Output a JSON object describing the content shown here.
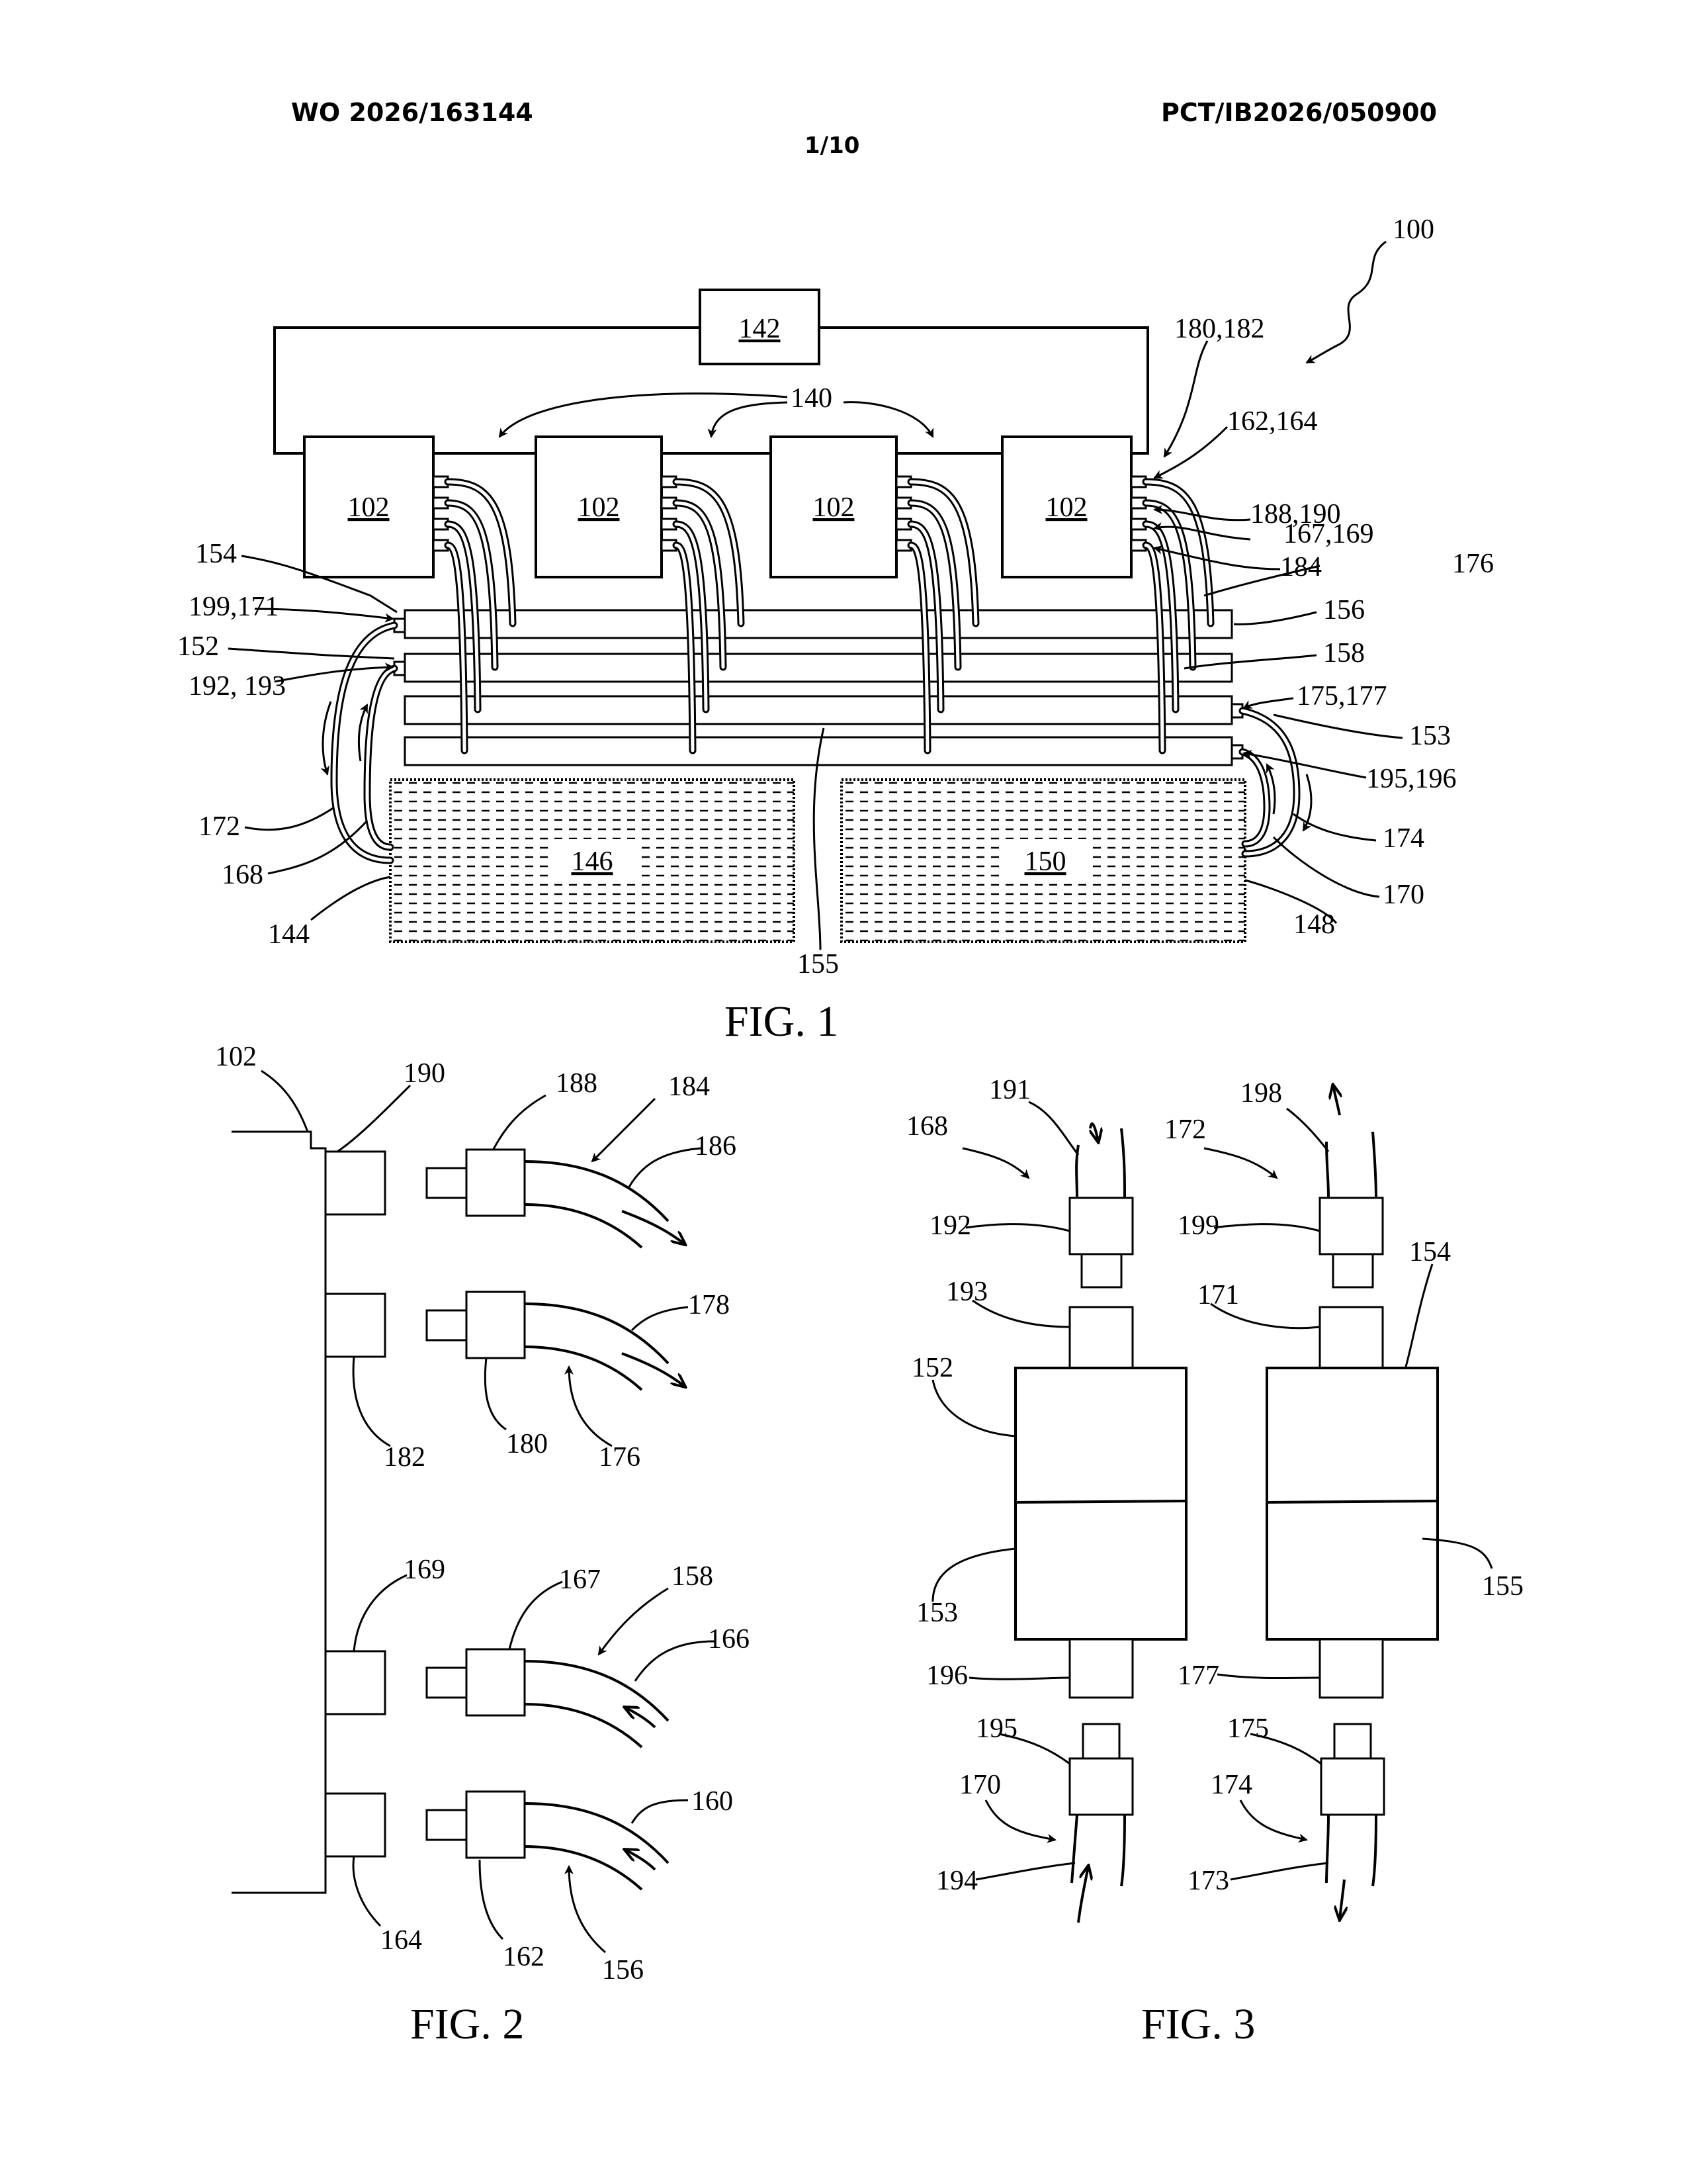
{
  "header": {
    "pub_number": "WO 2026/163144",
    "app_number": "PCT/IB2026/050900",
    "sheet": "1/10"
  },
  "fig1": {
    "caption": "FIG. 1",
    "system": "100",
    "controller": "142",
    "link": "140",
    "module": "102",
    "tank_left": "146",
    "tank_right": "150",
    "refs": {
      "r180_182": "180,182",
      "r162_164": "162,164",
      "r188_190": "188,190",
      "r167_169": "167,169",
      "r184": "184",
      "r176": "176",
      "r156": "156",
      "r158": "158",
      "r175_177": "175,177",
      "r153": "153",
      "r195_196": "195,196",
      "r174": "174",
      "r170": "170",
      "r148": "148",
      "r155": "155",
      "r154": "154",
      "r199_171": "199,171",
      "r152": "152",
      "r192_193": "192, 193",
      "r172": "172",
      "r168": "168",
      "r144": "144"
    }
  },
  "fig2": {
    "caption": "FIG. 2",
    "refs": {
      "r102": "102",
      "r190": "190",
      "r188": "188",
      "r184": "184",
      "r186": "186",
      "r178": "178",
      "r182": "182",
      "r180": "180",
      "r176": "176",
      "r169": "169",
      "r167": "167",
      "r158": "158",
      "r166": "166",
      "r160": "160",
      "r164": "164",
      "r162": "162",
      "r156": "156"
    }
  },
  "fig3": {
    "caption": "FIG. 3",
    "refs": {
      "r191": "191",
      "r198": "198",
      "r168": "168",
      "r172": "172",
      "r192": "192",
      "r199": "199",
      "r154": "154",
      "r193": "193",
      "r171": "171",
      "r152": "152",
      "r153": "153",
      "r155": "155",
      "r196": "196",
      "r177": "177",
      "r195": "195",
      "r175": "175",
      "r170": "170",
      "r174": "174",
      "r194": "194",
      "r173": "173"
    }
  }
}
